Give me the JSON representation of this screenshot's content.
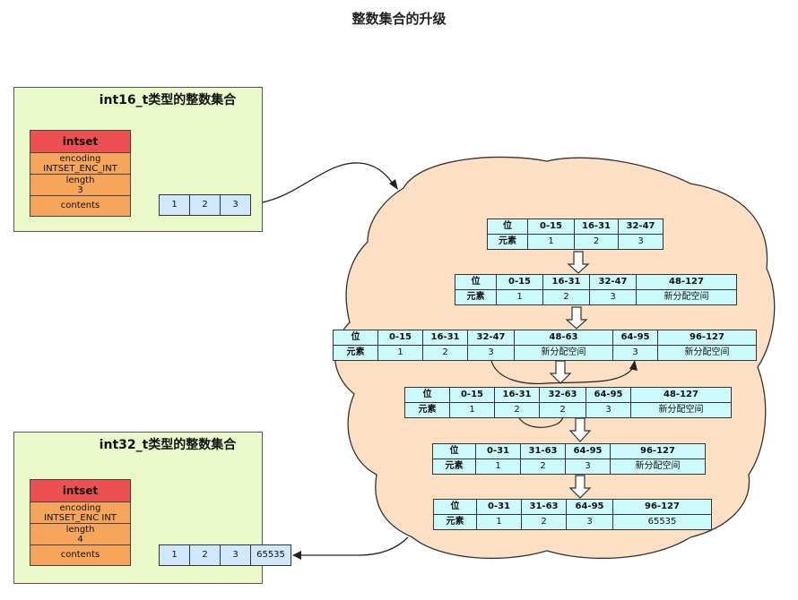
{
  "diagram": {
    "title": "整数集合的升级",
    "top_panel": {
      "title": "int16_t类型的整数集合",
      "struct": {
        "header": "intset",
        "encoding_label": "encoding",
        "encoding_value": "INTSET_ENC_INT",
        "length_label": "length",
        "length_value": "3",
        "contents_label": "contents"
      },
      "contents": [
        "1",
        "2",
        "3"
      ]
    },
    "bottom_panel": {
      "title": "int32_t类型的整数集合",
      "struct": {
        "header": "intset",
        "encoding_label": "encoding",
        "encoding_value": "INTSET_ENC INT",
        "length_label": "length",
        "length_value": "4",
        "contents_label": "contents"
      },
      "contents": [
        "1",
        "2",
        "3",
        "65535"
      ]
    },
    "steps": [
      {
        "headers": [
          "位",
          "0-15",
          "16-31",
          "32-47"
        ],
        "values": [
          "元素",
          "1",
          "2",
          "3"
        ]
      },
      {
        "headers": [
          "位",
          "0-15",
          "16-31",
          "32-47",
          "48-127"
        ],
        "values": [
          "元素",
          "1",
          "2",
          "3",
          "新分配空间"
        ]
      },
      {
        "headers": [
          "位",
          "0-15",
          "16-31",
          "32-47",
          "48-63",
          "64-95",
          "96-127"
        ],
        "values": [
          "元素",
          "1",
          "2",
          "3",
          "新分配空间",
          "3",
          "新分配空间"
        ]
      },
      {
        "headers": [
          "位",
          "0-15",
          "16-31",
          "32-63",
          "64-95",
          "48-127"
        ],
        "values": [
          "元素",
          "1",
          "2",
          "2",
          "3",
          "新分配空间"
        ]
      },
      {
        "headers": [
          "位",
          "0-31",
          "31-63",
          "64-95",
          "96-127"
        ],
        "values": [
          "元素",
          "1",
          "2",
          "3",
          "新分配空间"
        ]
      },
      {
        "headers": [
          "位",
          "0-31",
          "31-63",
          "64-95",
          "96-127"
        ],
        "values": [
          "元素",
          "1",
          "2",
          "3",
          "65535"
        ]
      }
    ],
    "colors": {
      "panel_bg": "#e9f9c9",
      "header_red": "#ed5050",
      "field_orange": "#f6a55a",
      "array_blue": "#cfe8fb",
      "table_cyan": "#ccfafa",
      "cloud_fill": "#fddfc4"
    }
  }
}
